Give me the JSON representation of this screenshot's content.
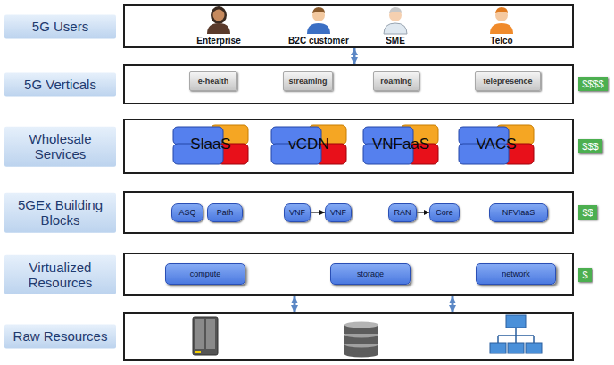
{
  "diagram": {
    "nodes": [
      {
        "text": [
          "5G Users"
        ]
      },
      {
        "text": [
          "5G Verticals"
        ]
      },
      {
        "text": [
          "e-health"
        ],
        "in": 1
      },
      {
        "text": [
          "streaming"
        ],
        "in": 1
      },
      {
        "text": [
          "roaming"
        ],
        "in": 1
      },
      {
        "text": [
          "telepresence"
        ],
        "in": 1
      },
      {
        "text": [
          "$$$$"
        ]
      },
      {
        "text": [
          "Wholesale Services"
        ]
      },
      {
        "text": [
          "SlaaS"
        ],
        "in": 7
      },
      {
        "text": [
          "vCDN"
        ],
        "in": 7
      },
      {
        "text": [
          "VNFaaS"
        ],
        "in": 7
      },
      {
        "text": [
          "VACS"
        ],
        "in": 7
      },
      {
        "text": [
          "$$$"
        ]
      },
      {
        "text": [
          "5GEx Building Blocks"
        ]
      },
      {
        "text": [
          "ASQ"
        ],
        "in": 13
      },
      {
        "text": [
          "Path"
        ],
        "in": 13
      },
      {
        "text": [
          "VNF"
        ],
        "in": 13
      },
      {
        "text": [
          "VNF"
        ],
        "in": 13
      },
      {
        "text": [
          "RAN"
        ],
        "in": 13
      },
      {
        "text": [
          "Core"
        ],
        "in": 13
      },
      {
        "text": [
          "NFVIaaS"
        ],
        "in": 13
      },
      {
        "text": [
          "$$"
        ]
      },
      {
        "text": [
          "Virtualized Resources"
        ]
      },
      {
        "text": [
          "compute"
        ],
        "in": 22
      },
      {
        "text": [
          "storage"
        ],
        "in": 22
      },
      {
        "text": [
          "network"
        ],
        "in": 22
      },
      {
        "text": [
          "$"
        ]
      },
      {
        "text": [
          "Raw Resources"
        ]
      }
    ],
    "edges": [
      {
        "from": 0,
        "to": 1,
        "arrow": "both"
      },
      {
        "from": 16,
        "to": 17,
        "arrow": "to"
      },
      {
        "from": 18,
        "to": 19,
        "arrow": "to"
      },
      {
        "from": 22,
        "to": 27,
        "arrow": "both"
      },
      {
        "from": 22,
        "to": 27,
        "arrow": "both"
      }
    ],
    "labels": [
      "Enterprise",
      "B2C customer",
      "SME",
      "Telco"
    ]
  }
}
